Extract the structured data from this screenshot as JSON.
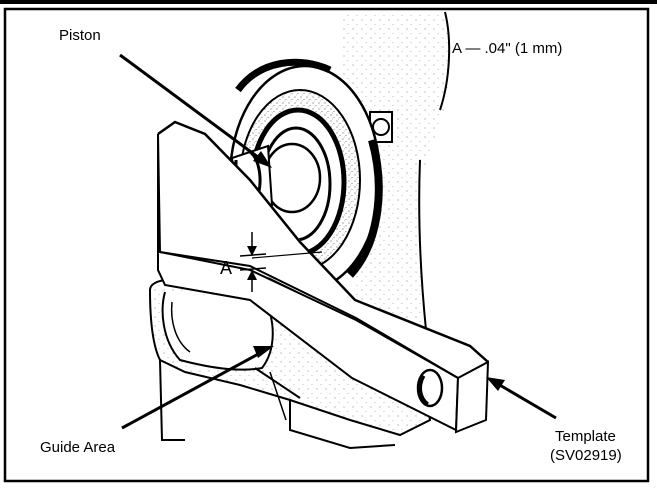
{
  "labels": {
    "piston": "Piston",
    "dimension_note": "A — .04\" (1 mm)",
    "dimension_letter": "A",
    "guide_area": "Guide Area",
    "template_line1": "Template",
    "template_line2": "(SV02919)"
  },
  "colors": {
    "ink": "#000000",
    "paper": "#ffffff",
    "stipple": "#3a3a3a"
  }
}
